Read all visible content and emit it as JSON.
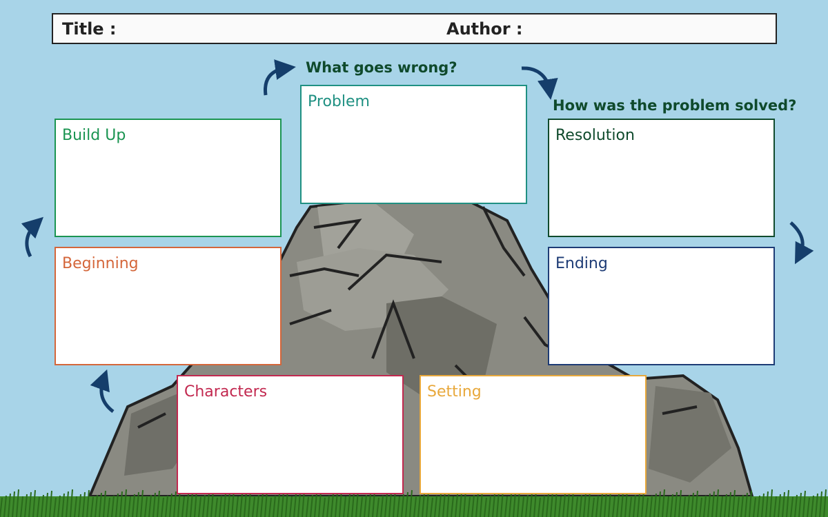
{
  "header": {
    "title_label": "Title :",
    "author_label": "Author :"
  },
  "questions": {
    "problem": "What goes wrong?",
    "resolution": "How was the problem solved?"
  },
  "boxes": {
    "problem": "Problem",
    "build_up": "Build Up",
    "resolution": "Resolution",
    "beginning": "Beginning",
    "ending": "Ending",
    "characters": "Characters",
    "setting": "Setting"
  },
  "colors": {
    "sky": "#a8d4e8",
    "problem": "#1f9082",
    "build_up": "#1a9451",
    "resolution": "#0f4a2c",
    "beginning": "#d4663a",
    "ending": "#1d3b75",
    "characters": "#c2284f",
    "setting": "#e8a83b",
    "arrow": "#153e6b"
  },
  "icons": [
    "curved-arrow-icon"
  ]
}
